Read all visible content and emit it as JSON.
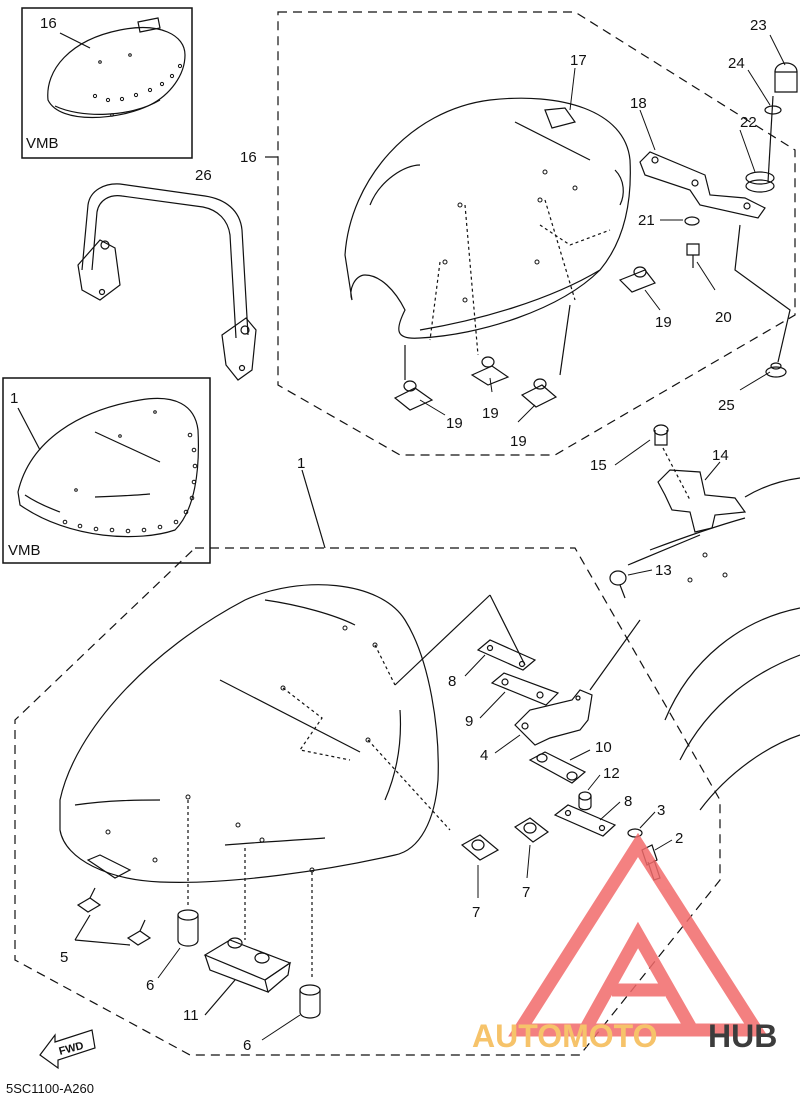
{
  "inset_top": {
    "part": "16",
    "variant": "VMB"
  },
  "inset_mid": {
    "part": "1",
    "variant": "VMB"
  },
  "callouts": [
    {
      "id": "c23",
      "text": "23"
    },
    {
      "id": "c24",
      "text": "24"
    },
    {
      "id": "c17",
      "text": "17"
    },
    {
      "id": "c18",
      "text": "18"
    },
    {
      "id": "c22",
      "text": "22"
    },
    {
      "id": "c16",
      "text": "16"
    },
    {
      "id": "c26",
      "text": "26"
    },
    {
      "id": "c21",
      "text": "21"
    },
    {
      "id": "c20",
      "text": "20"
    },
    {
      "id": "c19a",
      "text": "19"
    },
    {
      "id": "c19b",
      "text": "19"
    },
    {
      "id": "c19c",
      "text": "19"
    },
    {
      "id": "c19d",
      "text": "19"
    },
    {
      "id": "c25",
      "text": "25"
    },
    {
      "id": "c14",
      "text": "14"
    },
    {
      "id": "c15",
      "text": "15"
    },
    {
      "id": "c1",
      "text": "1"
    },
    {
      "id": "c13",
      "text": "13"
    },
    {
      "id": "c8a",
      "text": "8"
    },
    {
      "id": "c9",
      "text": "9"
    },
    {
      "id": "c4",
      "text": "4"
    },
    {
      "id": "c10",
      "text": "10"
    },
    {
      "id": "c12",
      "text": "12"
    },
    {
      "id": "c8b",
      "text": "8"
    },
    {
      "id": "c3",
      "text": "3"
    },
    {
      "id": "c2",
      "text": "2"
    },
    {
      "id": "c7a",
      "text": "7"
    },
    {
      "id": "c7b",
      "text": "7"
    },
    {
      "id": "c5",
      "text": "5"
    },
    {
      "id": "c6a",
      "text": "6"
    },
    {
      "id": "c11",
      "text": "11"
    },
    {
      "id": "c6b",
      "text": "6"
    }
  ],
  "fwd_label": "FWD",
  "diagram_code": "5SC1100-A260",
  "watermark": {
    "part1": "AUTOMOTO",
    "part2": "HUB",
    "color_primary": "#f6c36a",
    "color_secondary": "#3c3c3c",
    "triangle_color": "#f26b6b"
  }
}
